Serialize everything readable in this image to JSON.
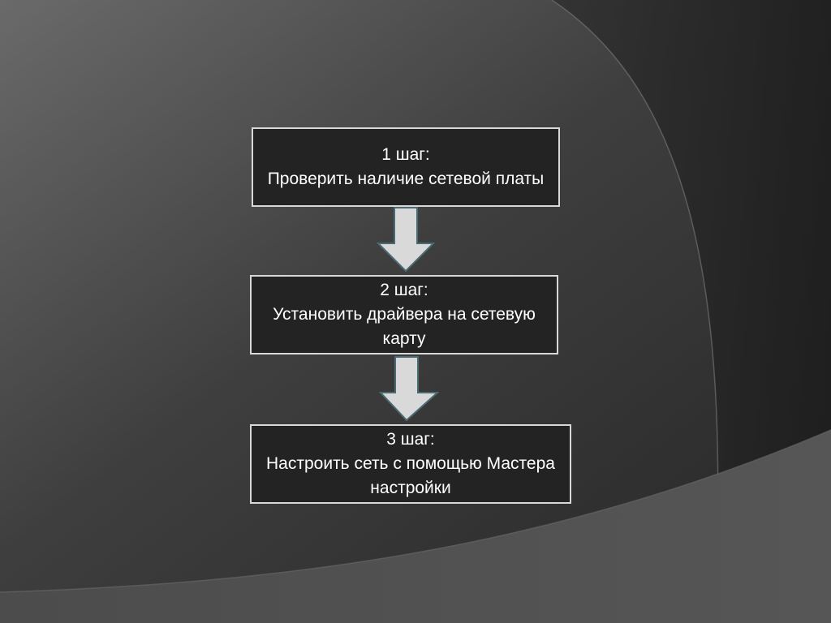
{
  "steps": [
    {
      "title": "1 шаг:",
      "text": "Проверить наличие сетевой платы"
    },
    {
      "title": "2 шаг:",
      "text": "Установить драйвера на сетевую карту"
    },
    {
      "title": "3 шаг:",
      "text": "Настроить сеть с помощью Мастера настройки"
    }
  ],
  "colors": {
    "box_fill": "#232323",
    "box_border": "#d8d8d8",
    "arrow_fill": "#d9d9d9",
    "arrow_stroke": "#4a6b73",
    "text": "#ffffff"
  }
}
